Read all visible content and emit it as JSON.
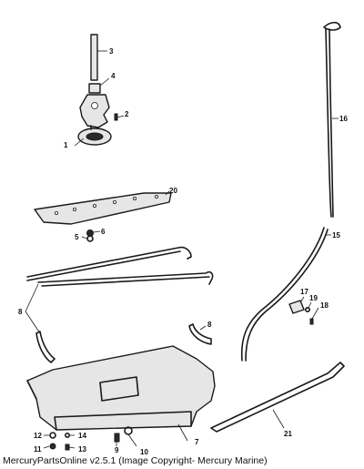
{
  "caption": "MercuryPartsOnline v2.5.1 (Image Copyright- Mercury Marine)",
  "callouts": {
    "c1": "1",
    "c2": "2",
    "c3": "3",
    "c4": "4",
    "c5": "5",
    "c6": "6",
    "c7": "7",
    "c8a": "8",
    "c8b": "8",
    "c9": "9",
    "c10": "10",
    "c11": "11",
    "c12": "12",
    "c13": "13",
    "c14": "14",
    "c15": "15",
    "c16": "16",
    "c17": "17",
    "c18": "18",
    "c19": "19",
    "c20": "20",
    "c21": "21"
  }
}
